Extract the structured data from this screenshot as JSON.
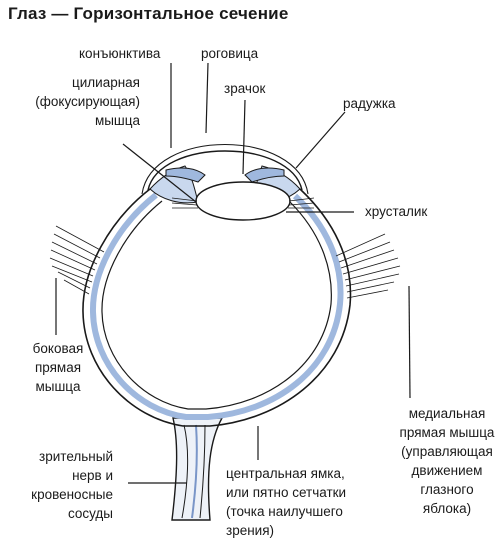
{
  "title": "Глаз — Горизонтальное сечение",
  "colors": {
    "tissue": "#c9d8ee",
    "tissue_dark": "#9fb8de",
    "line": "#1a1a1a"
  },
  "labels": {
    "conjunctiva": "конъюнктива",
    "cornea": "роговица",
    "ciliary": [
      "цилиарная",
      "(фокусирующая)",
      "мышца"
    ],
    "pupil": "зрачок",
    "iris": "радужка",
    "lens": "хрусталик",
    "lateral": [
      "боковая",
      "прямая",
      "мышца"
    ],
    "medial": [
      "медиальная",
      "прямая мышца",
      "(управляющая",
      "движением",
      "глазного",
      "яблока)"
    ],
    "optic": [
      "зрительный",
      "нерв и",
      "кровеносные",
      "сосуды"
    ],
    "fovea": [
      "центральная ямка,",
      "или пятно сетчатки",
      "(точка наилучшего",
      "зрения)"
    ]
  }
}
